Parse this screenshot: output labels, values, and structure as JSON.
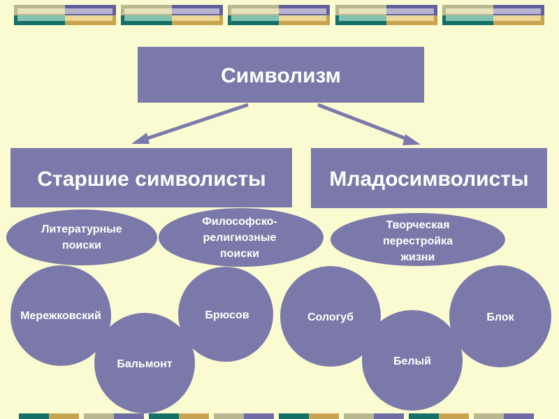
{
  "title": "Символизм",
  "branches": [
    {
      "label": "Старшие символисты"
    },
    {
      "label": "Младосимволисты"
    }
  ],
  "themes": [
    {
      "lines": [
        "Литературные",
        "поиски"
      ]
    },
    {
      "lines": [
        "Философско-",
        "религиозные",
        "поиски"
      ]
    },
    {
      "lines": [
        "Творческая",
        "перестройка",
        "жизни"
      ]
    }
  ],
  "poets": [
    "Мережковский",
    "Бальмонт",
    "Брюсов",
    "Сологуб",
    "Белый",
    "Блок"
  ],
  "colors": {
    "background": "#fbfbd2",
    "shape": "#7b79a9",
    "text": "#ffffff"
  }
}
